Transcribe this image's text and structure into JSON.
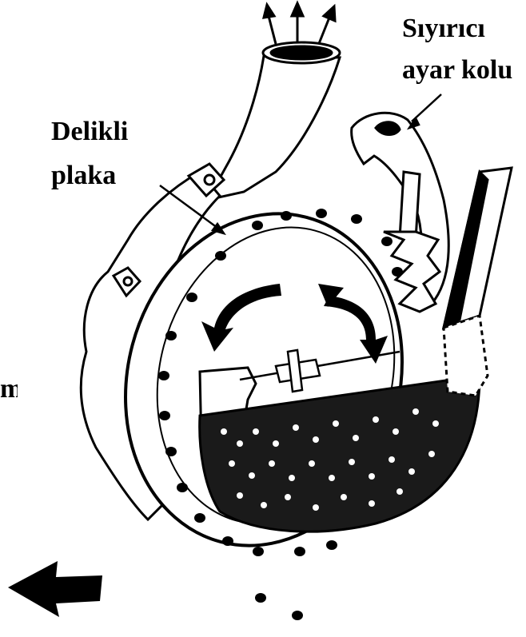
{
  "labels": {
    "scraper_line1": "Sıyırıcı",
    "scraper_line2": "ayar kolu",
    "plate_line1": "Delikli",
    "plate_line2": "plaka",
    "edge_fragment": "m"
  },
  "colors": {
    "ink": "#000000",
    "paper": "#ffffff",
    "seed_mass": "#1a1a1a"
  },
  "icons": {
    "air_out": "air-outlet-arrows-icon",
    "rotation_left": "rotation-arrow-ccw-icon",
    "rotation_right": "rotation-arrow-cw-icon",
    "direction": "travel-direction-arrow-icon"
  }
}
